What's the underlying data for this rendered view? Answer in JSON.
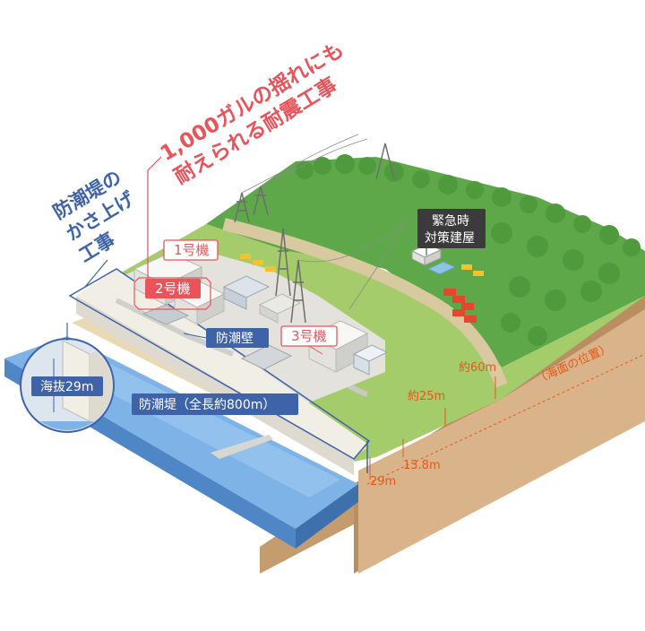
{
  "callouts": {
    "seismic_line1": "1,000ガルの揺れにも",
    "seismic_line2": "耐えられる耐震工事",
    "seawall_raise_line1": "防潮堤の",
    "seawall_raise_line2": "かさ上げ",
    "seawall_raise_line3": "工事"
  },
  "labels": {
    "unit1": "1号機",
    "unit2": "2号機",
    "unit3": "3号機",
    "seawall_wall": "防潮壁",
    "seawall_dike": "防潮堤（全長約800m）",
    "emergency_building_line1": "緊急時",
    "emergency_building_line2": "対策建屋",
    "altitude": "海抜29m"
  },
  "elevations": {
    "h60": "約60m",
    "h25": "約25m",
    "h13_8": "13.8m",
    "h29": "29m",
    "sea_level": "（海面の位置）"
  },
  "colors": {
    "accent_red": "#e8545a",
    "accent_blue": "#3f63a8",
    "elevation_orange": "#e8561c",
    "forest": "#5fa84a",
    "grass": "#a5cc6b",
    "sea": "#6fa6dc",
    "soil": "#c9a77e"
  }
}
